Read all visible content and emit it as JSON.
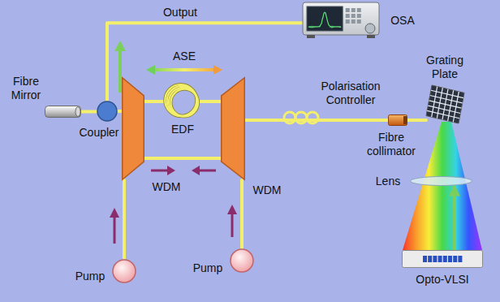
{
  "diagram": {
    "nodes": [
      {
        "text": [
          "OSA"
        ]
      },
      {
        "text": [
          "Fibre Mirror"
        ]
      },
      {
        "text": [
          "Coupler"
        ]
      },
      {
        "text": [
          "WDM"
        ]
      },
      {
        "text": [
          "EDF"
        ]
      },
      {
        "text": [
          "WDM"
        ]
      },
      {
        "text": [
          "Polarisation Controller"
        ]
      },
      {
        "text": [
          "Grating Plate"
        ]
      },
      {
        "text": [
          "Fibre collimator"
        ]
      },
      {
        "text": [
          "Lens"
        ]
      },
      {
        "text": [
          "Pump"
        ]
      },
      {
        "text": [
          "Pump"
        ]
      },
      {
        "text": [
          "Opto-VLSI"
        ]
      }
    ],
    "edges": [
      {
        "from": 1,
        "to": 2,
        "arrow": "none"
      },
      {
        "from": 2,
        "to": 0,
        "arrow": "none"
      },
      {
        "from": 2,
        "to": 3,
        "arrow": "none"
      },
      {
        "from": 3,
        "to": 4,
        "arrow": "none"
      },
      {
        "from": 4,
        "to": 5,
        "arrow": "none"
      },
      {
        "from": 3,
        "to": 5,
        "arrow": "none"
      },
      {
        "from": 10,
        "to": 3,
        "arrow": "none"
      },
      {
        "from": 11,
        "to": 5,
        "arrow": "none"
      },
      {
        "from": 5,
        "to": 6,
        "arrow": "none"
      },
      {
        "from": 6,
        "to": 8,
        "arrow": "none"
      },
      {
        "from": 8,
        "to": 7,
        "arrow": "none"
      },
      {
        "from": 12,
        "to": 9,
        "arrow": "to"
      }
    ],
    "labels": [
      "Output",
      "ASE"
    ]
  }
}
